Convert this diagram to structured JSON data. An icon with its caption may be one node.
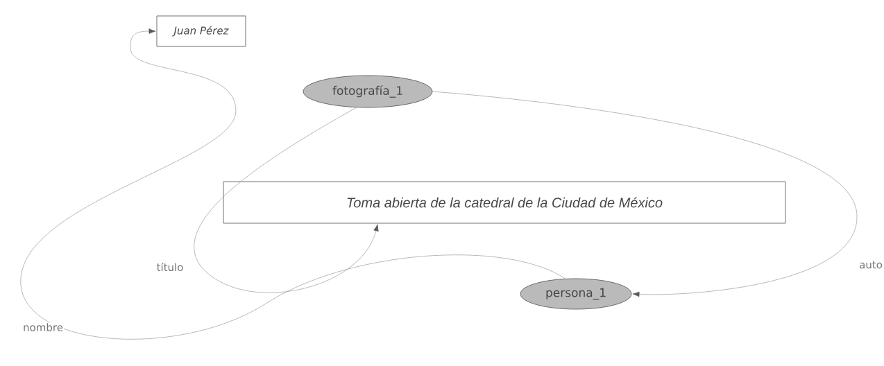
{
  "diagram": {
    "nodes": [
      {
        "text": [
          "Juan Pérez"
        ]
      },
      {
        "text": [
          "fotografía_1"
        ]
      },
      {
        "text": [
          "Toma abierta de la catedral de la Ciudad de México"
        ]
      },
      {
        "text": [
          "persona_1"
        ]
      }
    ],
    "edges": [
      {
        "from": 1,
        "to": 2,
        "arrow": "to",
        "label": "título"
      },
      {
        "from": 1,
        "to": 3,
        "arrow": "to",
        "label": "auto"
      },
      {
        "from": 3,
        "to": 0,
        "arrow": "to",
        "label": "nombre"
      }
    ]
  }
}
